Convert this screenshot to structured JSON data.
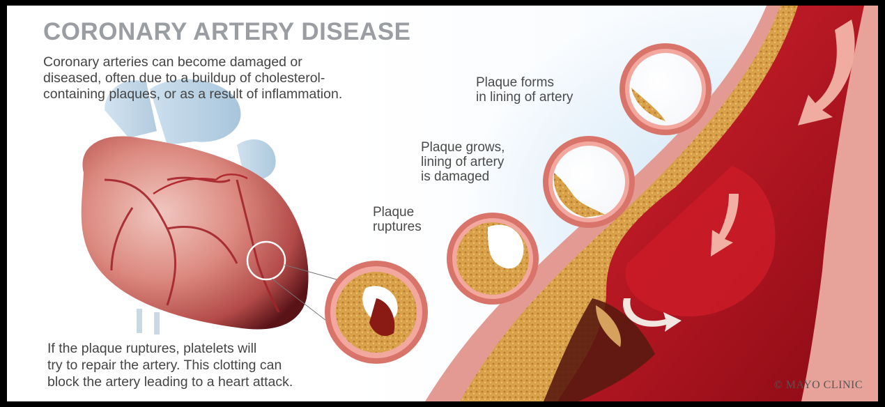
{
  "title": "CORONARY ARTERY DISEASE",
  "intro": {
    "line1": "Coronary arteries can become damaged or",
    "line2": "diseased, often due to a buildup of cholesterol-",
    "line3": "containing plaques, or as a result of inflammation."
  },
  "stages": [
    {
      "line1": "Plaque forms",
      "line2": "in lining of artery"
    },
    {
      "line1": "Plaque grows,",
      "line2": "lining of artery",
      "line3": "is damaged"
    },
    {
      "line1": "Plaque",
      "line2": "ruptures"
    }
  ],
  "footer": {
    "line1": "If the plaque ruptures, platelets will",
    "line2": "try to repair the artery. This clotting can",
    "line3": "block the artery leading to a heart attack."
  },
  "credit": "© MAYO CLINIC",
  "colors": {
    "title": "#9a9ea3",
    "artery_wall": "#d9746b",
    "blood": "#b8121e",
    "plaque": "#d9a24a",
    "background_blue": "#cfe6f7"
  }
}
